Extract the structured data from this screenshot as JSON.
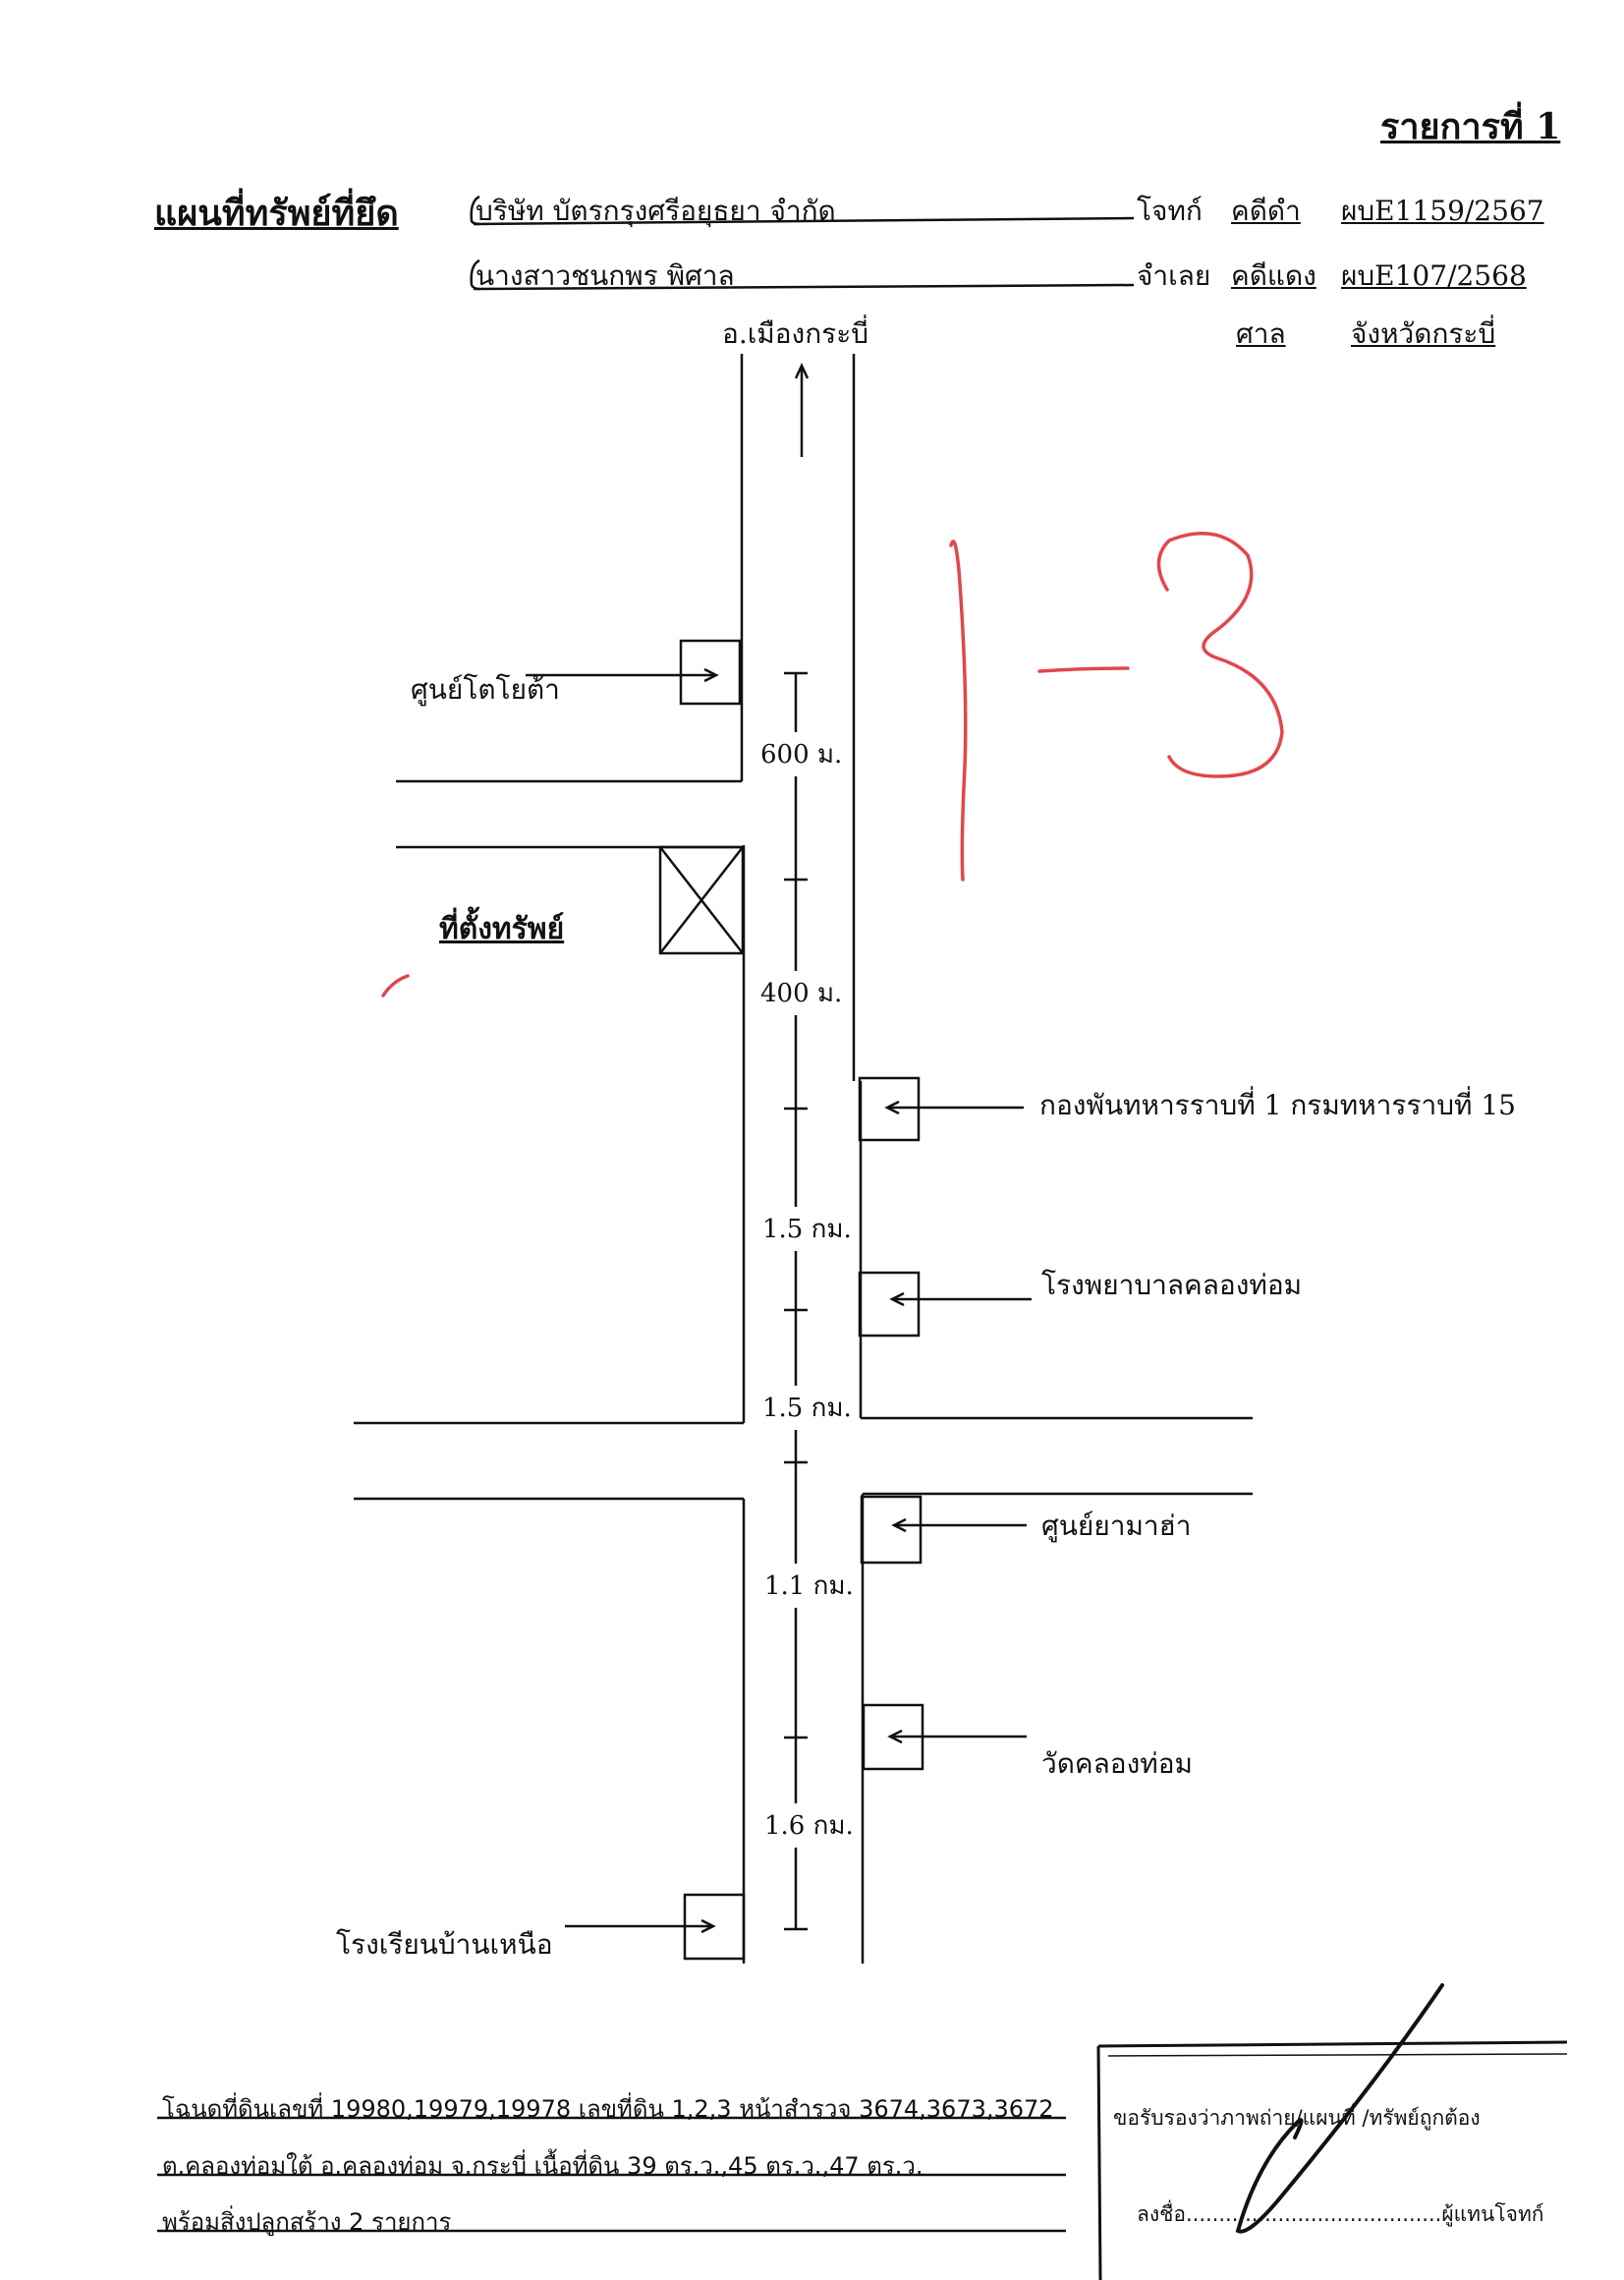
{
  "header": {
    "item_number": "รายการที่ 1",
    "map_title": "แผนที่ทรัพย์ที่ยึด",
    "plaintiff": "บริษัท บัตรกรุงศรีอยุธยา จำกัด",
    "plaintiff_role": "โจทก์",
    "defendant": "นางสาวชนกพร   พิศาล",
    "defendant_role": "จำเลย",
    "black_case_label": "คดีดำ",
    "black_case_no": "ผบE1159/2567",
    "red_case_label": "คดีแดง",
    "red_case_no": "ผบE107/2568",
    "court_label": "ศาล",
    "court_name": "จังหวัดกระบี่"
  },
  "map": {
    "direction_label": "อ.เมืองกระบี่",
    "handwritten_mark": "1-3",
    "property_label": "ที่ตั้งทรัพย์",
    "landmarks": {
      "toyota": "ศูนย์โตโยต้า",
      "battalion": "กองพันทหารราบที่ 1 กรมทหารราบที่ 15",
      "hospital": "โรงพยาบาลคลองท่อม",
      "yamaha": "ศูนย์ยามาฮ่า",
      "temple": "วัดคลองท่อม",
      "school": "โรงเรียนบ้านเหนือ"
    },
    "distances": [
      "600 ม.",
      "400 ม.",
      "1.5 กม.",
      "1.5 กม.",
      "1.1 กม.",
      "1.6 กม."
    ]
  },
  "footer": {
    "deed_line1": "โฉนดที่ดินเลขที่ 19980,19979,19978 เลขที่ดิน 1,2,3 หน้าสำรวจ 3674,3673,3672",
    "deed_line2": "ต.คลองท่อมใต้ อ.คลองท่อม จ.กระบี่ เนื้อที่ดิน 39 ตร.ว.,45 ตร.ว.,47 ตร.ว.",
    "deed_line3": "พร้อมสิ่งปลูกสร้าง 2 รายการ",
    "certify_text": "ขอรับรองว่าภาพถ่าย/แผนที่ /ทรัพย์ถูกต้อง",
    "sign_text": "ลงชื่อ.......................................ผู้แทนโจทก์"
  },
  "colors": {
    "ink": "#111111",
    "handwriting_red": "#e0474c"
  }
}
